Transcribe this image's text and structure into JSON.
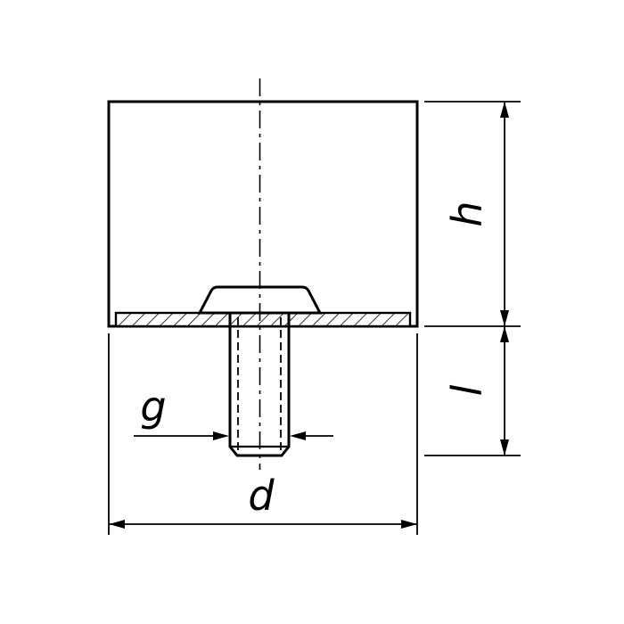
{
  "drawing": {
    "labels": {
      "diameter": "d",
      "thread": "g",
      "height": "h",
      "length": "l"
    },
    "colors": {
      "body_fill": "#7d7d7d",
      "line": "#000000",
      "background": "#ffffff"
    }
  }
}
